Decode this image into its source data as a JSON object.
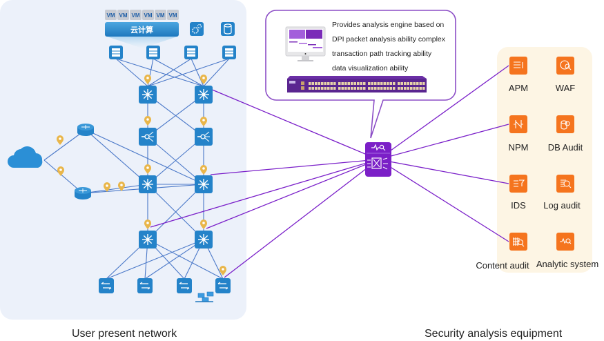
{
  "colors": {
    "network_panel_bg": "#ECF1FA",
    "security_panel_bg": "#FDF5E4",
    "device_blue": "#2483C9",
    "link_blue": "#4A78C8",
    "link_purple": "#7A1FC9",
    "visibility_purple": "#7B1FC7",
    "equipment_orange": "#F5741E",
    "tap_marker": "#E9B64A",
    "cloud_blue": "#2B8FD6"
  },
  "cloud_compute": {
    "vm_labels": [
      "VM",
      "VM",
      "VM",
      "VM",
      "VM",
      "VM"
    ],
    "label": "云计算",
    "extra_icons": [
      "gear-cluster-icon",
      "database-icon"
    ]
  },
  "callout": {
    "lines": [
      "Provides analysis engine based on",
      "DPI packet analysis ability complex",
      "transaction path tracking ability",
      "data visualization ability"
    ],
    "icons": [
      "monitor-dashboard-icon",
      "network-packet-broker-hardware"
    ]
  },
  "network": {
    "caption": "User present network",
    "devices": {
      "servers": 4,
      "core_switches": 2,
      "load_balancers": 2,
      "aggregation_switches": 2,
      "distribution_switches": 2,
      "access_switches": 4,
      "routers": 2,
      "internet": "cloud-icon",
      "workstation": "computer-network-icon"
    }
  },
  "visibility_node": {
    "icon": "packet-broker-icon"
  },
  "security": {
    "caption": "Security analysis equipment",
    "equipment": [
      {
        "label": "APM",
        "icon": "list-icon",
        "connected": true
      },
      {
        "label": "WAF",
        "icon": "globe-search-icon",
        "connected": false
      },
      {
        "label": "NPM",
        "icon": "circuit-icon",
        "connected": true
      },
      {
        "label": "DB Audit",
        "icon": "database-search-icon",
        "connected": false
      },
      {
        "label": "IDS",
        "icon": "filter-icon",
        "connected": true
      },
      {
        "label": "Log audit",
        "icon": "log-search-icon",
        "connected": false
      },
      {
        "label": "Content audit",
        "icon": "grid-search-icon",
        "connected": true
      },
      {
        "label": "Analytic system",
        "icon": "pulse-search-icon",
        "connected": false
      }
    ]
  }
}
